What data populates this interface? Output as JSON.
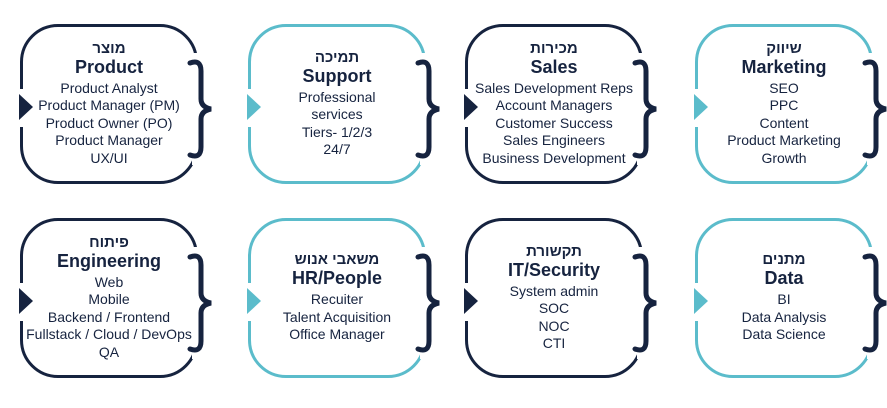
{
  "colors": {
    "navy": "#16233f",
    "teal": "#5bbccb"
  },
  "boxes": [
    {
      "hebrew": "מוצר",
      "title": "Product",
      "items": [
        "Product Analyst",
        "Product Manager (PM)",
        "Product Owner (PO)",
        "Product Manager",
        "UX/UI"
      ],
      "style": "navy"
    },
    {
      "hebrew": "תמיכה",
      "title": "Support",
      "items": [
        "Professional",
        "services",
        "Tiers- 1/2/3",
        "24/7"
      ],
      "style": "teal"
    },
    {
      "hebrew": "מכירות",
      "title": "Sales",
      "items": [
        "Sales Development Reps",
        "Account Managers",
        "Customer Success",
        "Sales Engineers",
        "Business Development"
      ],
      "style": "navy"
    },
    {
      "hebrew": "שיווק",
      "title": "Marketing",
      "items": [
        "SEO",
        "PPC",
        "Content",
        "Product Marketing",
        "Growth"
      ],
      "style": "teal"
    },
    {
      "hebrew": "פיתוח",
      "title": "Engineering",
      "items": [
        "Web",
        "Mobile",
        "Backend / Frontend",
        "Fullstack  / Cloud / DevOps",
        "QA"
      ],
      "style": "navy"
    },
    {
      "hebrew": "משאבי אנוש",
      "title": "HR/People",
      "items": [
        "Recuiter",
        "Talent Acquisition",
        "Office Manager"
      ],
      "style": "teal"
    },
    {
      "hebrew": "תקשורת",
      "title": "IT/Security",
      "items": [
        "System admin",
        "SOC",
        "NOC",
        "CTI"
      ],
      "style": "navy"
    },
    {
      "hebrew": "מתנים",
      "title": "Data",
      "items": [
        "BI",
        "Data Analysis",
        "Data Science"
      ],
      "style": "teal"
    }
  ]
}
